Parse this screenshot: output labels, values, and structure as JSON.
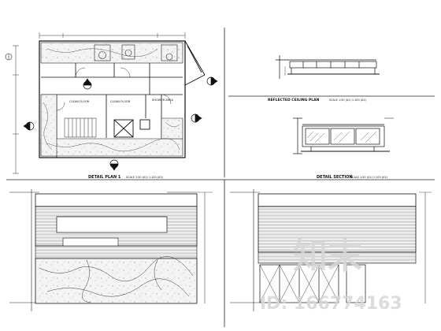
{
  "panels": {
    "plan": {
      "title": "DETAIL PLAN 1",
      "scale": "SCALE 1:50 (A1) 1:100 (A3)"
    },
    "reflected_plan": {
      "title": "REFLECTED CEILING PLAN",
      "scale": "SCALE 1:50 (A1) 1:100 (A3)"
    },
    "section": {
      "title": "DETAIL SECTION",
      "scale": "SCALE 1:50 (A1) 1:100 (A3)"
    }
  },
  "room_tags": {
    "left": "CLEAN FLOOR",
    "center": "CLEAN FLOOR",
    "right": "SHOWER AREA"
  },
  "watermark": {
    "brand": "知末",
    "id": "ID: 166774163"
  }
}
